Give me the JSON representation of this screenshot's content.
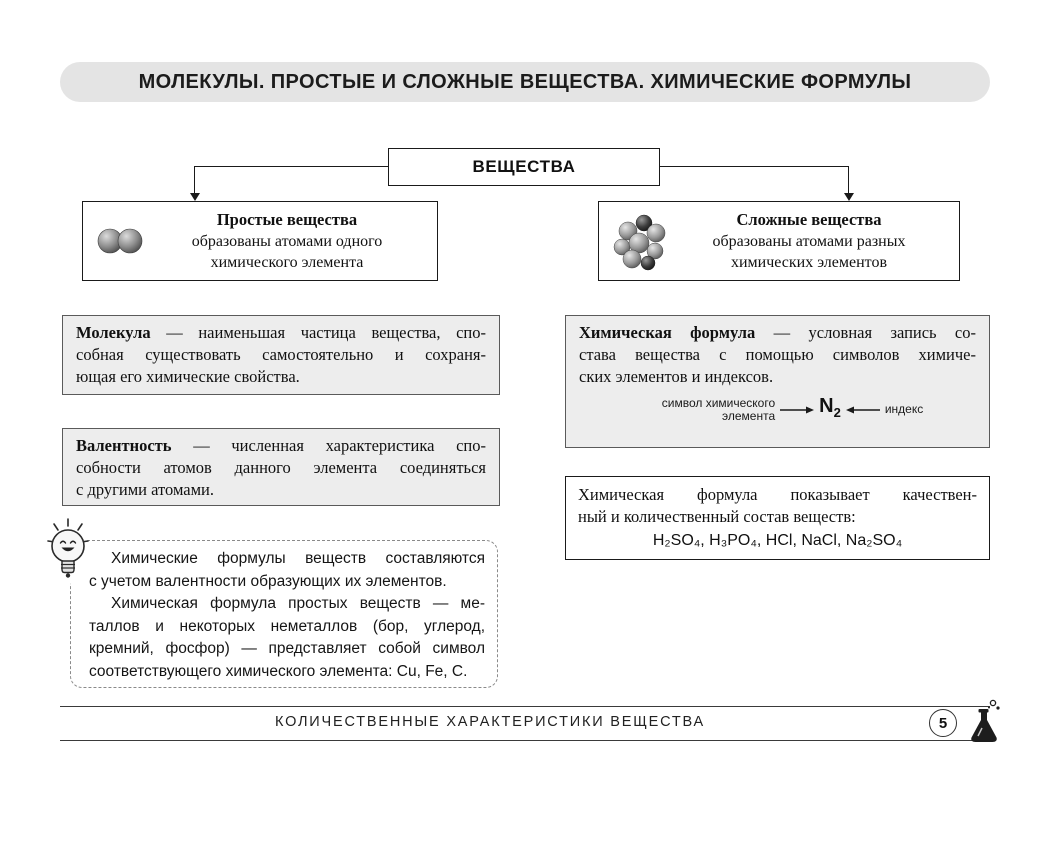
{
  "title": "МОЛЕКУЛЫ. ПРОСТЫЕ И СЛОЖНЫЕ ВЕЩЕСТВА. ХИМИЧЕСКИЕ ФОРМУЛЫ",
  "flow": {
    "root": "ВЕЩЕСТВА",
    "simple": {
      "title": "Простые вещества",
      "line1": "образованы атомами одного",
      "line2": "химического элемента"
    },
    "complex": {
      "title": "Сложные вещества",
      "line1": "образованы атомами разных",
      "line2": "химических элементов"
    }
  },
  "def_molecule": {
    "term": "Молекула",
    "rest": " — наименьшая частица вещества, спо-",
    "line2": "собная существовать самостоятельно и сохраня-",
    "line3": "ющая его химические свойства."
  },
  "def_valence": {
    "term": "Валентность",
    "rest": " — численная характеристика спо-",
    "line2": "собности атомов данного элемента соединяться",
    "line3": "с другими атомами."
  },
  "def_formula": {
    "term": "Химическая формула",
    "rest": " — условная запись со-",
    "line2": "става вещества с помощью символов химиче-",
    "line3": "ских элементов и индексов."
  },
  "fdiag": {
    "label_left_1": "символ химического",
    "label_left_2": "элемента",
    "symbol": "N",
    "sub": "2",
    "label_right": "индекс"
  },
  "note": {
    "line1": "Химическая формула показывает качествен-",
    "line2": "ный и количественный состав веществ:",
    "formulas": "H₂SO₄, H₃PO₄, HCl, NaCl, Na₂SO₄"
  },
  "tip": {
    "lines": [
      "Химические формулы веществ составляются",
      "с учетом валентности образующих их элементов.",
      "Химическая формула простых веществ — ме-",
      "таллов и некоторых неметаллов (бор, углерод,",
      "кремний, фосфор) — представляет собой символ",
      "соответствующего химического элемента: Cu, Fe, C."
    ]
  },
  "footer": {
    "text": "КОЛИЧЕСТВЕННЫЕ ХАРАКТЕРИСТИКИ ВЕЩЕСТВА",
    "page": "5"
  },
  "colors": {
    "box_fill": "#ededed",
    "line": "#1a1a1a",
    "pill_fill": "#e4e4e4"
  },
  "icons": {
    "left_molecule": "diatomic-molecule-icon",
    "right_molecule": "complex-molecule-icon",
    "mascot": "lightbulb-mascot-icon",
    "footer_icon": "flask-icon"
  }
}
